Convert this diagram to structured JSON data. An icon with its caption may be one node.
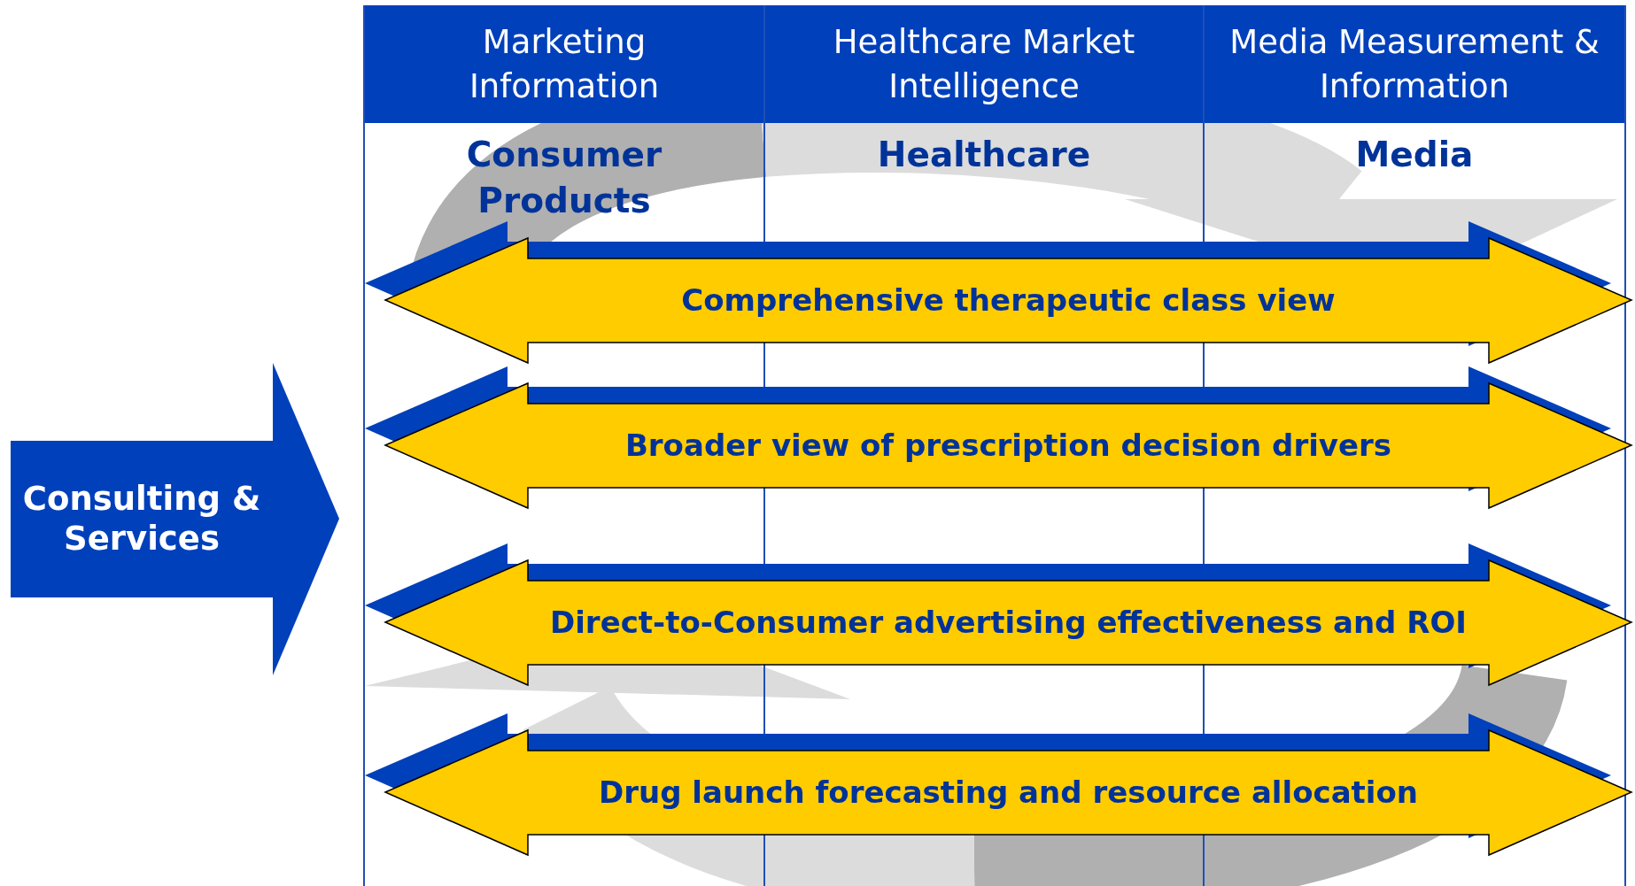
{
  "diagram": {
    "nodes": [
      {
        "text": [
          "Marketing Information",
          "Consumer Products"
        ]
      },
      {
        "text": [
          "Healthcare Market Intelligence",
          "Healthcare"
        ]
      },
      {
        "text": [
          "Media Measurement & Information",
          "Media"
        ]
      },
      {
        "text": [
          "Consulting & Services"
        ]
      },
      {
        "text": [
          "Comprehensive therapeutic class view"
        ]
      },
      {
        "text": [
          "Broader view of prescription decision drivers"
        ]
      },
      {
        "text": [
          "Direct-to-Consumer advertising effectiveness and ROI"
        ]
      },
      {
        "text": [
          "Drug launch forecasting and resource allocation"
        ]
      }
    ]
  }
}
